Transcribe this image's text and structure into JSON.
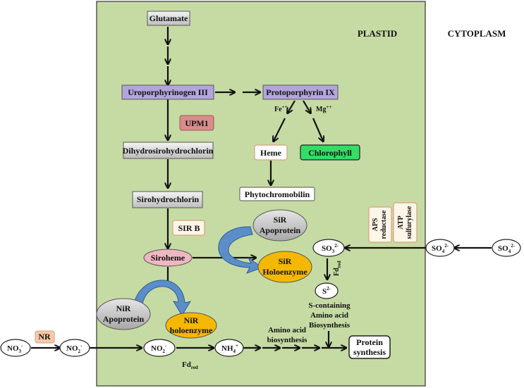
{
  "compartments": {
    "plastid": "PLASTID",
    "cytoplasm": "CYTOPLASM"
  },
  "nodes": {
    "glutamate": "Glutamate",
    "uroporphyrinogen": "Uroporphyrinogen III",
    "upm1": "UPM1",
    "dihydrosirohydrochlorin": "Dihydrosirohydrochlorin",
    "sirohydrochlorin": "Sirohydrochlorin",
    "sirb": "SIR B",
    "siroheme": "Siroheme",
    "protoporphyrin": "Protoporphyrin IX",
    "fe": "Fe",
    "fe_sup": "++",
    "mg": "Mg",
    "mg_sup": "++",
    "heme": "Heme",
    "chlorophyll": "Chlorophyll",
    "phytochromobilin": "Phytochromobilin",
    "sir_apoprotein_1": "SiR",
    "sir_apoprotein_2": "Apoprotein",
    "sir_holoenzyme_1": "SiR",
    "sir_holoenzyme_2": "Holoenzyme",
    "nir_apoprotein_1": "NiR",
    "nir_apoprotein_2": "Apoprotein",
    "nir_holoenzyme_1": "NiR",
    "nir_holoenzyme_2": "holoenzyme",
    "aps_reductase_1": "APS",
    "aps_reductase_2": "reductase",
    "atp_sulfurylase_1": "ATP",
    "atp_sulfurylase_2": "sulfurylase",
    "so3": "SO",
    "so3_sub": "3",
    "so3_sup": "2-",
    "so4_inner": "SO",
    "so4_inner_sub": "4",
    "so4_inner_sup": "2-",
    "so4_outer": "SO",
    "so4_outer_sub": "4",
    "so4_outer_sup": "2-",
    "s2": "S",
    "s2_sup": "2-",
    "fd_red_sulfur": "Fd",
    "fd_red_sulfur_sub": "red",
    "s_containing_1": "S-containing",
    "s_containing_2": "Amino acid",
    "s_containing_3": "Biosynthesis",
    "amino_acid_1": "Amino acid",
    "amino_acid_2": "biosynthesis",
    "protein_synthesis_1": "Protein",
    "protein_synthesis_2": "synthesis",
    "no3": "NO",
    "no3_sub": "3",
    "no3_sup": "-",
    "nr": "NR",
    "no2_outer": "NO",
    "no2_outer_sub": "2",
    "no2_outer_sup": "-",
    "no2_inner": "NO",
    "no2_inner_sub": "2",
    "no2_inner_sup": "-",
    "nh4": "NH",
    "nh4_sub": "4",
    "nh4_sup": "+",
    "fd_red_nitrogen": "Fd",
    "fd_red_nitrogen_sub": "red"
  },
  "colors": {
    "plastid_fill": "#c5dba3",
    "uro_fill": "#b3a5dc",
    "upm1_fill": "#d88c8c",
    "grey_fill": "#d4d4d4",
    "siroheme_fill": "#efb7c0",
    "chlorophyll_fill": "#33dd66",
    "holo_fill": "#f5b800",
    "arc_blue": "#5b8ec9",
    "tan_border": "#d8a080",
    "nr_fill": "#f8c8a8"
  }
}
